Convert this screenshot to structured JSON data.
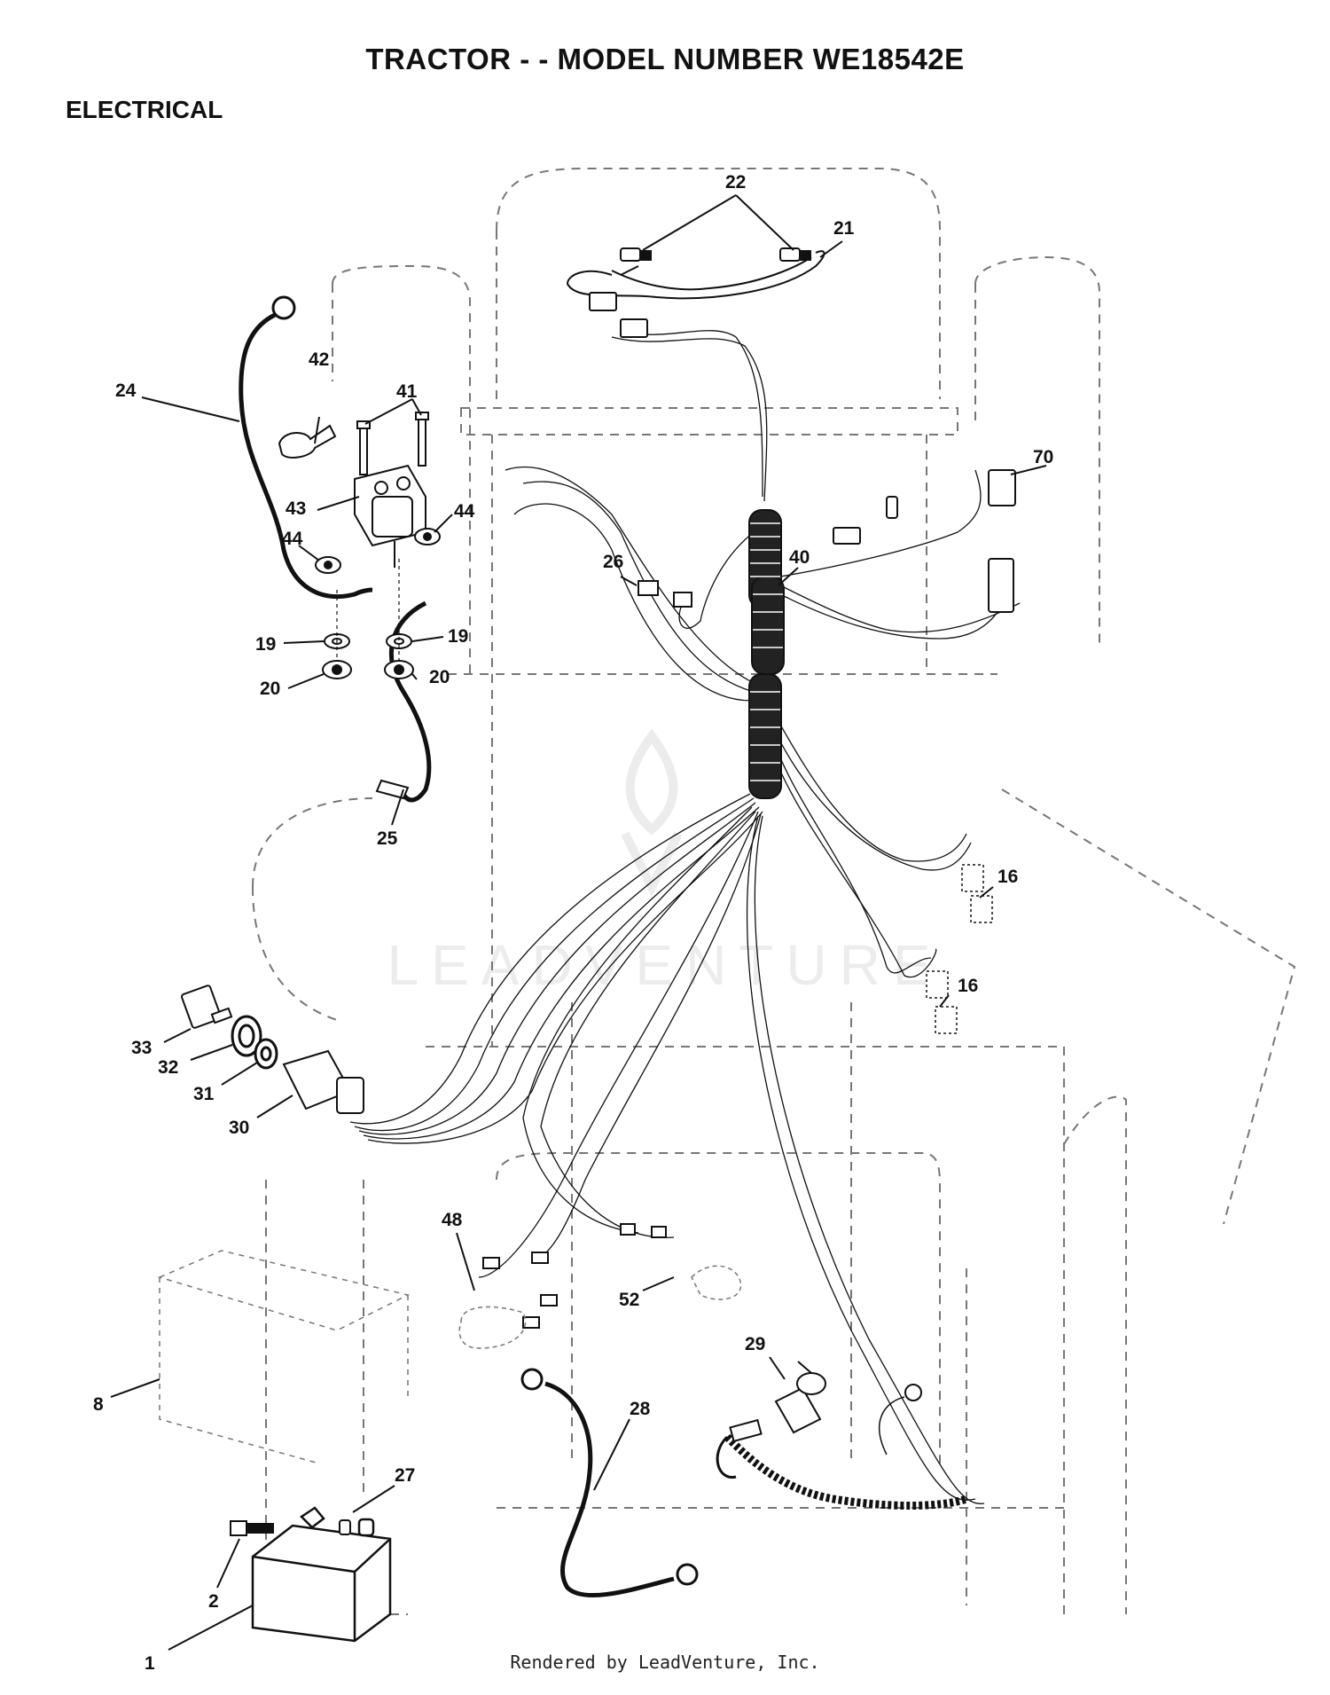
{
  "header": {
    "title": "TRACTOR - - MODEL NUMBER WE18542E",
    "section": "ELECTRICAL"
  },
  "watermark": "LEADVENTURE",
  "footer": "Rendered by LeadVenture, Inc.",
  "callouts": [
    "22",
    "21",
    "42",
    "41",
    "24",
    "70",
    "43",
    "44",
    "44",
    "26",
    "40",
    "19",
    "19",
    "20",
    "20",
    "25",
    "16",
    "16",
    "33",
    "32",
    "31",
    "30",
    "48",
    "52",
    "29",
    "8",
    "28",
    "27",
    "2",
    "1"
  ],
  "colors": {
    "line": "#111111",
    "dashed": "#777777",
    "watermark": "#ececec"
  }
}
